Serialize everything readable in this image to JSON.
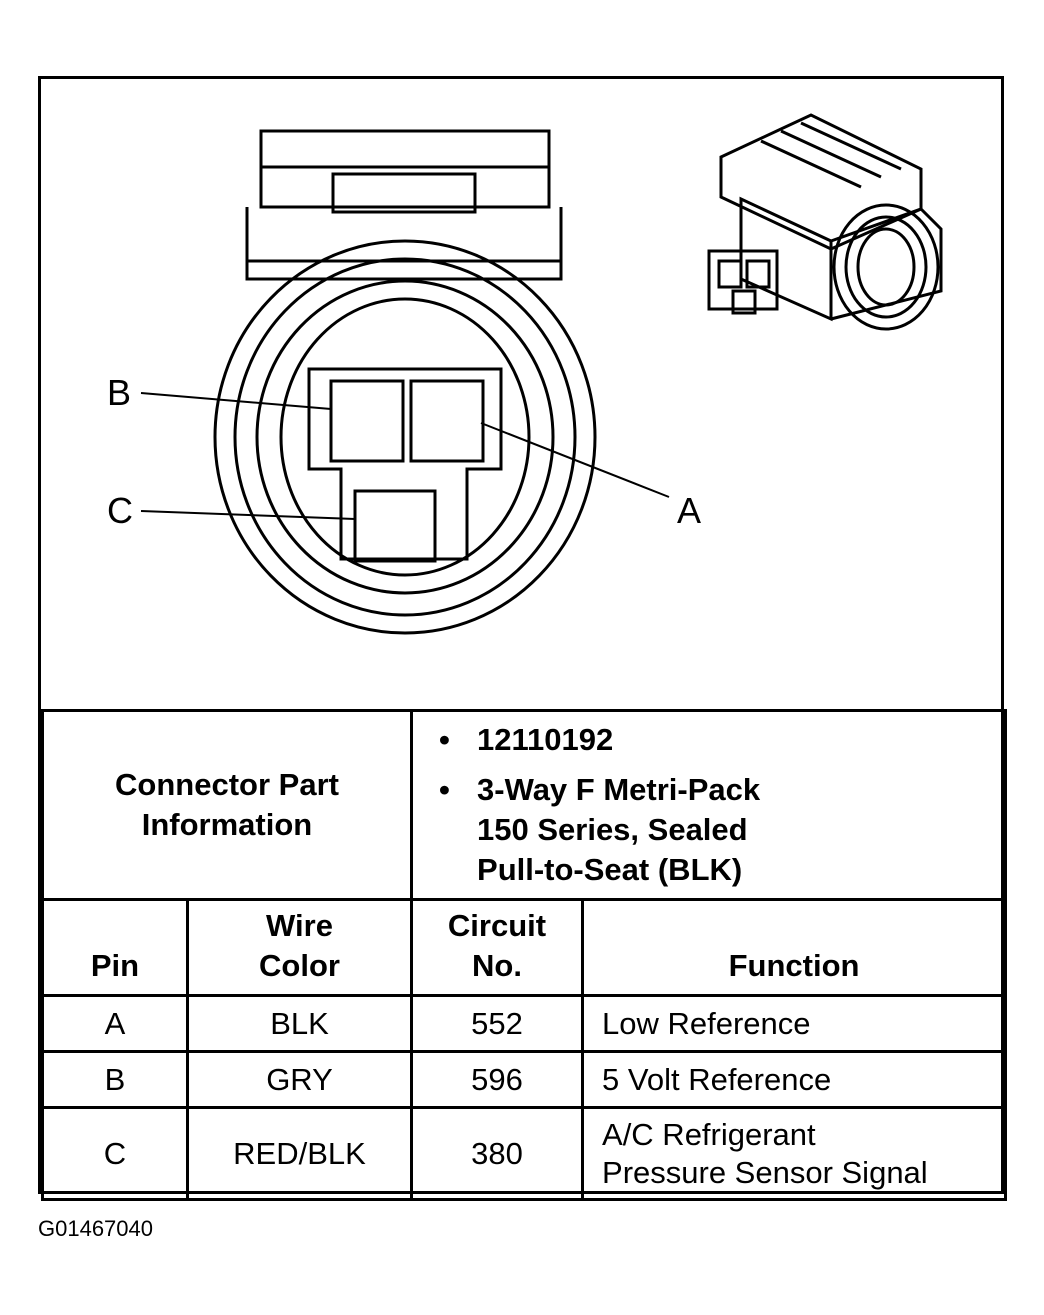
{
  "callouts": {
    "b": "B",
    "c": "C",
    "a": "A"
  },
  "connector_info": {
    "label_line1": "Connector Part",
    "label_line2": "Information",
    "part_number": "12110192",
    "description_line1": "3-Way F Metri-Pack",
    "description_line2": "150 Series, Sealed",
    "description_line3": "Pull-to-Seat (BLK)"
  },
  "table": {
    "headers": {
      "pin": "Pin",
      "wire_color_line1": "Wire",
      "wire_color_line2": "Color",
      "circuit_line1": "Circuit",
      "circuit_line2": "No.",
      "function": "Function"
    },
    "rows": [
      {
        "pin": "A",
        "wire_color": "BLK",
        "circuit": "552",
        "function_line1": "Low Reference",
        "function_line2": ""
      },
      {
        "pin": "B",
        "wire_color": "GRY",
        "circuit": "596",
        "function_line1": "5 Volt Reference",
        "function_line2": ""
      },
      {
        "pin": "C",
        "wire_color": "RED/BLK",
        "circuit": "380",
        "function_line1": "A/C Refrigerant",
        "function_line2": "Pressure Sensor Signal"
      }
    ]
  },
  "figure_id": "G01467040"
}
